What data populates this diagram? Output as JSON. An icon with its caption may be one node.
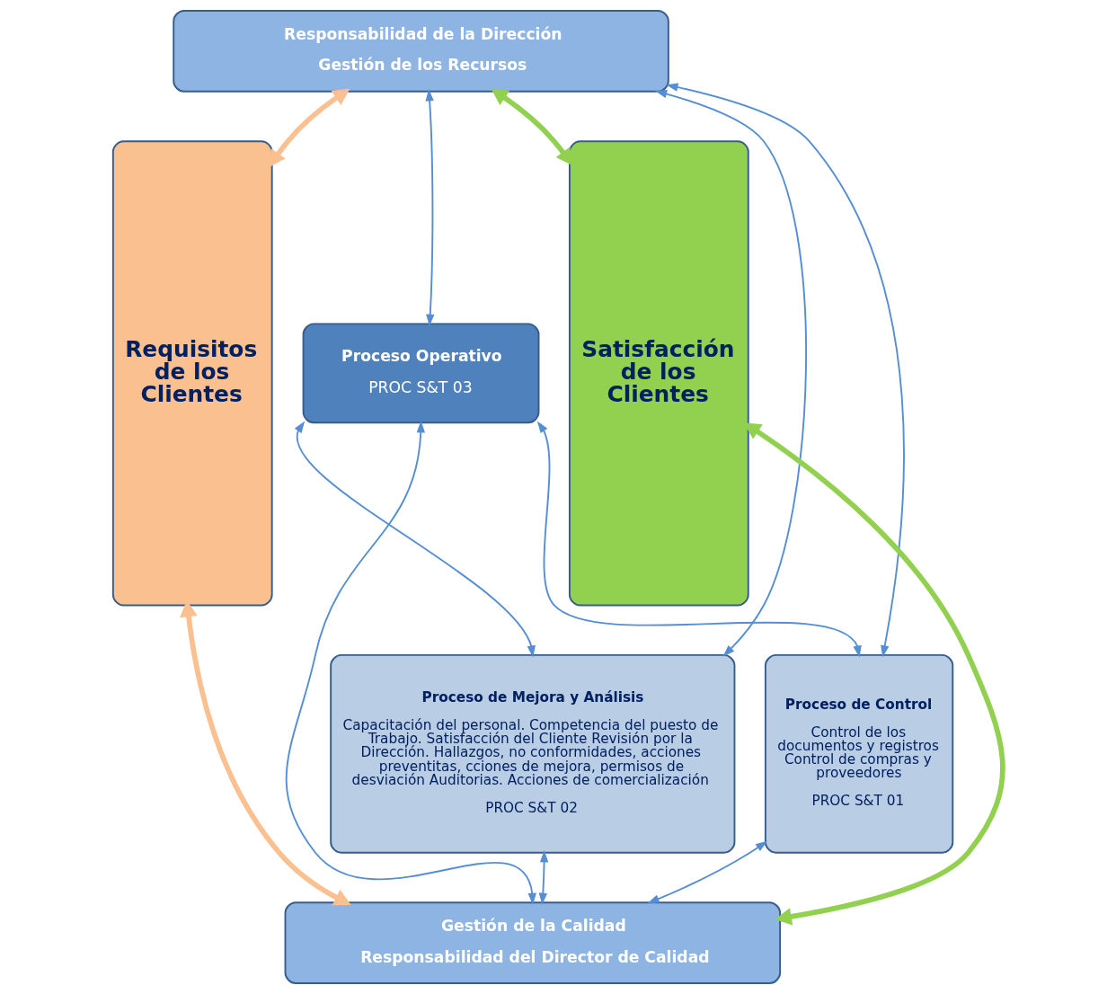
{
  "diagram": {
    "nodes": [
      {
        "text": [
          "Requisitos de los Clientes"
        ]
      },
      {
        "text": [
          "Responsabilidad de la Dirección",
          "Gestión de los Recursos"
        ]
      },
      {
        "text": [
          "Proceso Operativo",
          "PROC S&T 03"
        ]
      },
      {
        "text": [
          "Proceso de Mejora y Análisis",
          "Capacitación del personal. Competencia del puesto de Trabajo. Satisfacción del Cliente Revisión por la Dirección. Hallazgos, no conformidades, acciones preventitas, cciones de mejora, permisos de desviación Auditorias. Acciones de comercialización",
          "PROC S&T 02"
        ]
      },
      {
        "text": [
          "Proceso de Control",
          "Control de los documentos y registros Control de compras y proveedores",
          "PROC S&T 01"
        ]
      },
      {
        "text": [
          "Gestión de la Calidad",
          "Responsabilidad del Director de Calidad"
        ]
      },
      {
        "text": [
          "Satisfacción de los Clientes"
        ]
      }
    ],
    "edges": [
      {
        "from": 0,
        "to": 1,
        "arrow": "both",
        "style": "thick",
        "color": "#fac090"
      },
      {
        "from": 1,
        "to": 6,
        "arrow": "both",
        "style": "thick",
        "color": "#92d050"
      },
      {
        "from": 1,
        "to": 3,
        "arrow": "both"
      },
      {
        "from": 1,
        "to": 2,
        "arrow": "both"
      },
      {
        "from": 1,
        "to": 4,
        "arrow": "both"
      },
      {
        "from": 2,
        "to": 3,
        "arrow": "both"
      },
      {
        "from": 2,
        "to": 4,
        "arrow": "both"
      },
      {
        "from": 5,
        "to": 2,
        "arrow": "both"
      },
      {
        "from": 3,
        "to": 5,
        "arrow": "both"
      },
      {
        "from": 4,
        "to": 5,
        "arrow": "both"
      },
      {
        "from": 0,
        "to": 5,
        "arrow": "both",
        "style": "thick",
        "color": "#fac090"
      },
      {
        "from": 5,
        "to": 6,
        "arrow": "both",
        "style": "thick",
        "color": "#92d050"
      }
    ]
  }
}
